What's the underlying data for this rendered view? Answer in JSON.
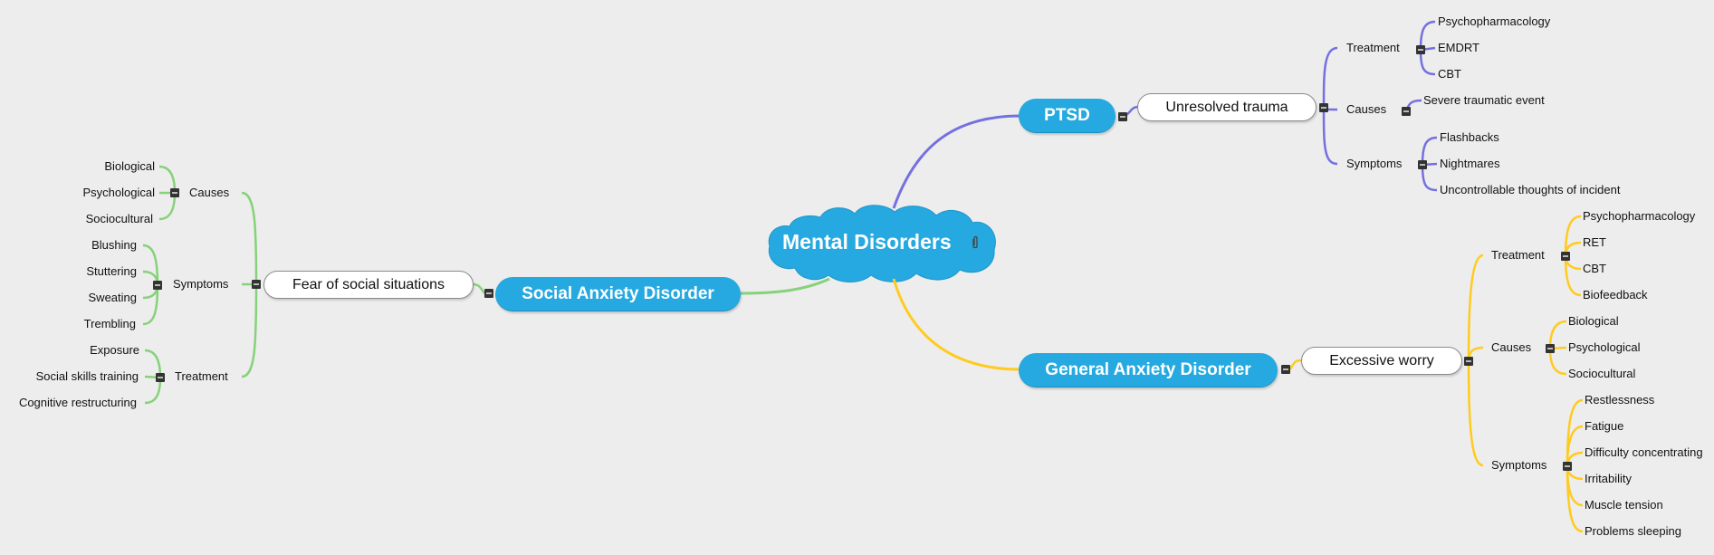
{
  "colors": {
    "background": "#ededed",
    "topic_fill": "#25a9e0",
    "ptsd_branch": "#7470e0",
    "gad_branch": "#ffcb20",
    "sad_branch": "#86d27a",
    "toggle": "#333333"
  },
  "central": {
    "title": "Mental Disorders",
    "attachment_icon": "paperclip-icon"
  },
  "ptsd": {
    "title": "PTSD",
    "subtopic": "Unresolved trauma",
    "treatment": {
      "label": "Treatment",
      "items": [
        "Psychopharmacology",
        "EMDRT",
        "CBT"
      ]
    },
    "causes": {
      "label": "Causes",
      "items": [
        "Severe traumatic event"
      ]
    },
    "symptoms": {
      "label": "Symptoms",
      "items": [
        "Flashbacks",
        "Nightmares",
        "Uncontrollable thoughts of incident"
      ]
    }
  },
  "gad": {
    "title": "General Anxiety Disorder",
    "subtopic": "Excessive worry",
    "treatment": {
      "label": "Treatment",
      "items": [
        "Psychopharmacology",
        "RET",
        "CBT",
        "Biofeedback"
      ]
    },
    "causes": {
      "label": "Causes",
      "items": [
        "Biological",
        "Psychological",
        "Sociocultural"
      ]
    },
    "symptoms": {
      "label": "Symptoms",
      "items": [
        "Restlessness",
        "Fatigue",
        "Difficulty concentrating",
        "Irritability",
        "Muscle tension",
        "Problems sleeping"
      ]
    }
  },
  "sad": {
    "title": "Social Anxiety Disorder",
    "subtopic": "Fear of social situations",
    "causes": {
      "label": "Causes",
      "items": [
        "Biological",
        "Psychological",
        "Sociocultural"
      ]
    },
    "symptoms": {
      "label": "Symptoms",
      "items": [
        "Blushing",
        "Stuttering",
        "Sweating",
        "Trembling"
      ]
    },
    "treatment": {
      "label": "Treatment",
      "items": [
        "Exposure",
        "Social skills training",
        "Cognitive restructuring"
      ]
    }
  }
}
